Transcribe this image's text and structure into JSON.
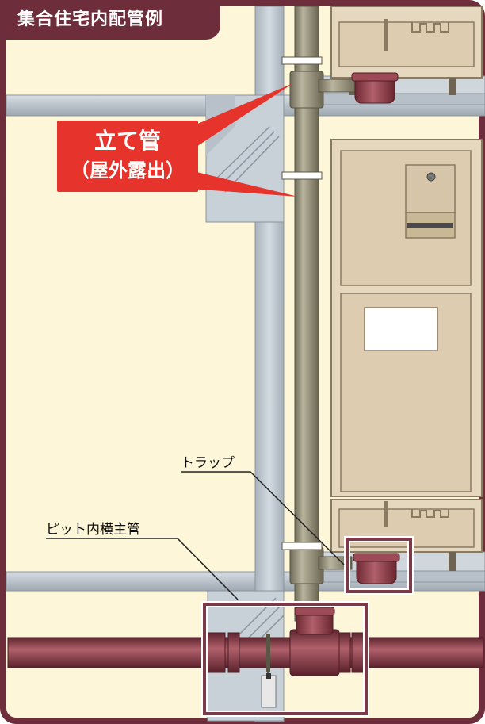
{
  "title": "集合住宅内配管例",
  "callout": {
    "line1": "立て管",
    "line2": "（屋外露出）"
  },
  "labels": {
    "trap": "トラップ",
    "pit_pipe": "ピット内横主管"
  },
  "colors": {
    "frame": "#6e2d3a",
    "background": "#fdf6d8",
    "callout": "#e6342c",
    "pipe": "#8c8873",
    "horizontal_pipe": "#8a3a44",
    "cabinet": "#e6d8bf",
    "highlight_box": "#7a3a48"
  }
}
